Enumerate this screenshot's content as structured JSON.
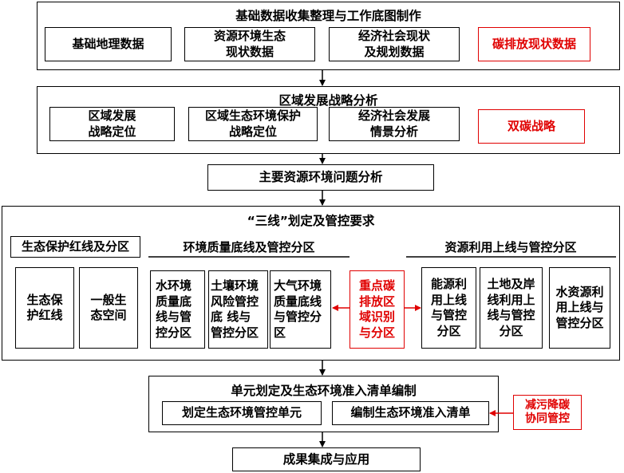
{
  "section1": {
    "title": "基础数据收集整理与工作底图制作",
    "items": [
      "基础地理数据",
      "资源环境生态\n现状数据",
      "经济社会现状\n及规划数据",
      "碳排放现状数据"
    ]
  },
  "section2": {
    "title": "区域发展战略分析",
    "items": [
      "区域发展\n战略定位",
      "区域生态环境保护\n战略定位",
      "经济社会发展\n情景分析",
      "双碳战略"
    ]
  },
  "section3": {
    "title": "主要资源环境问题分析"
  },
  "section4": {
    "title": "“三线”划定及管控要求",
    "eco": {
      "title": "生态保护红线及分区",
      "items": [
        "生态保\n护红线",
        "一般生\n态空间"
      ]
    },
    "env": {
      "title": "环境质量底线及管控分区",
      "items": [
        "水环境\n质量底\n线与管\n控分区",
        "土壤环境\n风险管控\n底 线与\n管控分区",
        "大气环境\n质量底线\n与管控分\n区"
      ]
    },
    "carbon_zone": "重点碳\n排放区\n域识别\n与分区",
    "res": {
      "title": "资源利用上线与管控分区",
      "items": [
        "能源利\n用上线\n与管控\n分区",
        "土地及岸\n线利用上\n线与管控\n分区",
        "水资源利\n用上线与\n管控分区"
      ]
    }
  },
  "section5": {
    "title": "单元划定及生态环境准入清单编制",
    "items": [
      "划定生态环境管控单元",
      "编制生态环境准入清单"
    ],
    "side": "减污降碳\n协同管控"
  },
  "section6": {
    "title": "成果集成与应用"
  },
  "colors": {
    "accent_red": "#e00000",
    "line": "#000000"
  }
}
